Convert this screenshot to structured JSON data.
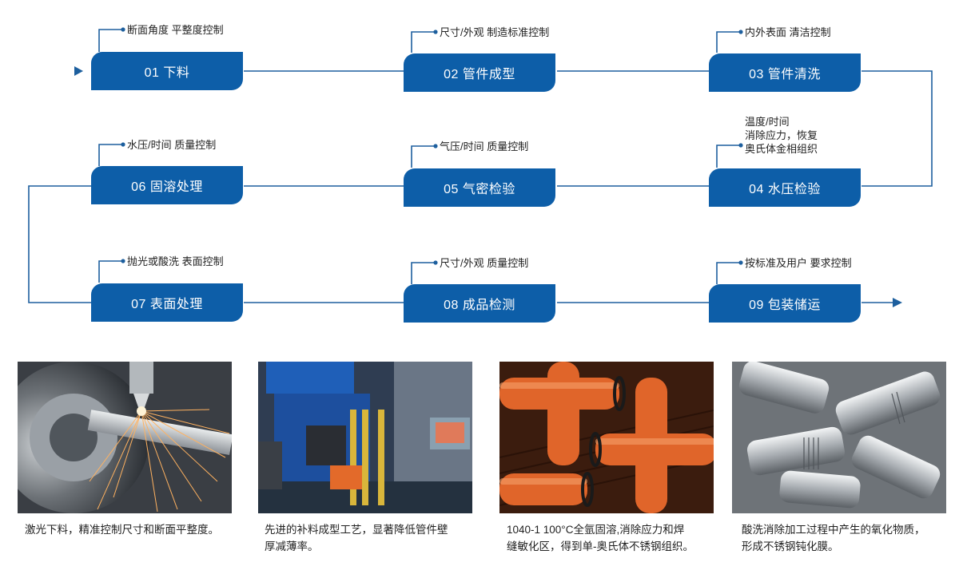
{
  "steps": [
    {
      "label": "01 下料",
      "note": [
        "断面角度  平整度控制"
      ]
    },
    {
      "label": "02 管件成型",
      "note": [
        "尺寸/外观  制造标准控制"
      ]
    },
    {
      "label": "03 管件清洗",
      "note": [
        "内外表面  清洁控制"
      ]
    },
    {
      "label": "04 水压检验",
      "note": [
        "温度/时间",
        "消除应力，恢复",
        "奥氏体金相组织"
      ]
    },
    {
      "label": "05 气密检验",
      "note": [
        "气压/时间  质量控制"
      ]
    },
    {
      "label": "06 固溶处理",
      "note": [
        "水压/时间  质量控制"
      ]
    },
    {
      "label": "07 表面处理",
      "note": [
        "抛光或酸洗 表面控制"
      ]
    },
    {
      "label": "08 成品检测",
      "note": [
        "尺寸/外观 质量控制"
      ]
    },
    {
      "label": "09 包装储运",
      "note": [
        "按标准及用户  要求控制"
      ]
    }
  ],
  "gallery": [
    {
      "caption": [
        "激光下料，精准控制尺寸和断面平整度。"
      ]
    },
    {
      "caption": [
        "先进的补料成型工艺，显著降低管件壁",
        "厚减薄率。"
      ]
    },
    {
      "caption": [
        "1040-1 100°C全氩固溶,消除应力和焊",
        "缝敏化区，得到单-奥氏体不锈钢组织。"
      ]
    },
    {
      "caption": [
        "酸洗消除加工过程中产生的氧化物质，",
        "形成不锈钢钝化膜。"
      ]
    }
  ],
  "colors": {
    "accent": "#0d5ea8",
    "line": "#1d5f9e"
  }
}
